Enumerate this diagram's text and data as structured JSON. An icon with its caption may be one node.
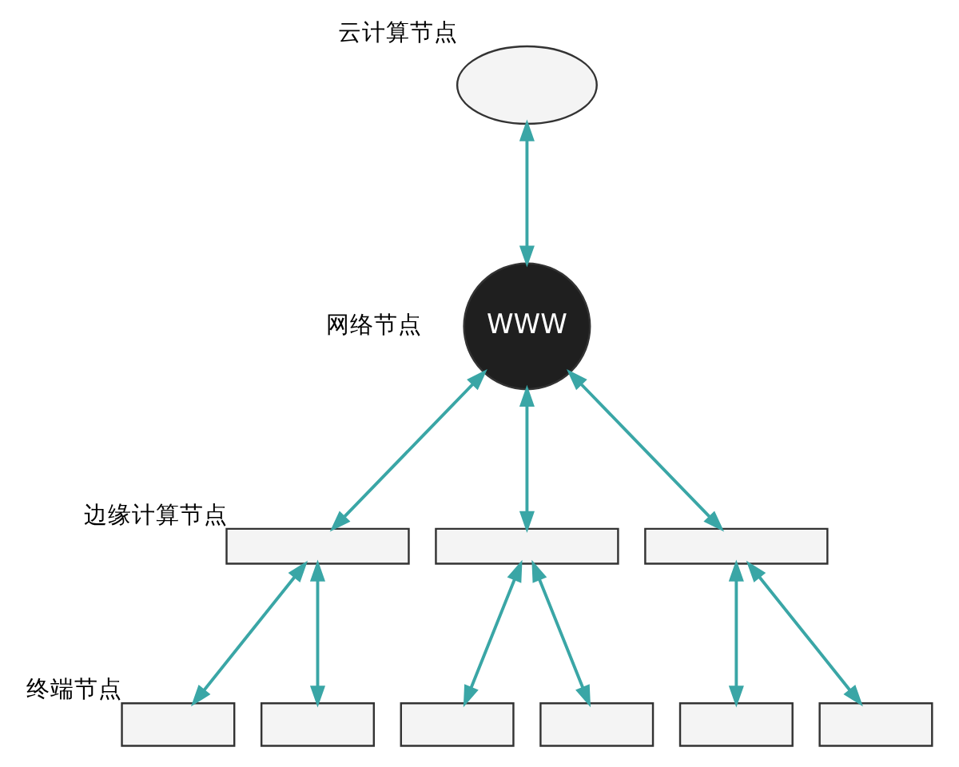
{
  "diagram": {
    "nodes": [
      {
        "text": [],
        "shape": "cloud",
        "beside": [
          "云计算节点"
        ]
      },
      {
        "text": [
          "WWW"
        ],
        "beside": [
          "网络节点"
        ]
      },
      {
        "text": [],
        "shape": "bar",
        "beside": [
          "边缘计算节点"
        ]
      },
      {
        "text": [],
        "shape": "bar"
      },
      {
        "text": [],
        "shape": "bar"
      },
      {
        "text": [],
        "shape": "box",
        "beside": [
          "终端节点"
        ]
      },
      {
        "text": [],
        "shape": "box"
      },
      {
        "text": [],
        "shape": "box"
      },
      {
        "text": [],
        "shape": "box"
      },
      {
        "text": [],
        "shape": "box"
      },
      {
        "text": [],
        "shape": "box"
      }
    ],
    "edges": [
      {
        "from": 0,
        "to": 1,
        "arrow": "both"
      },
      {
        "from": 1,
        "to": 2,
        "arrow": "both"
      },
      {
        "from": 1,
        "to": 3,
        "arrow": "both"
      },
      {
        "from": 1,
        "to": 4,
        "arrow": "both"
      },
      {
        "from": 2,
        "to": 5,
        "arrow": "both"
      },
      {
        "from": 2,
        "to": 6,
        "arrow": "both"
      },
      {
        "from": 3,
        "to": 7,
        "arrow": "both"
      },
      {
        "from": 3,
        "to": 8,
        "arrow": "both"
      },
      {
        "from": 4,
        "to": 9,
        "arrow": "both"
      },
      {
        "from": 4,
        "to": 10,
        "arrow": "both"
      }
    ]
  }
}
